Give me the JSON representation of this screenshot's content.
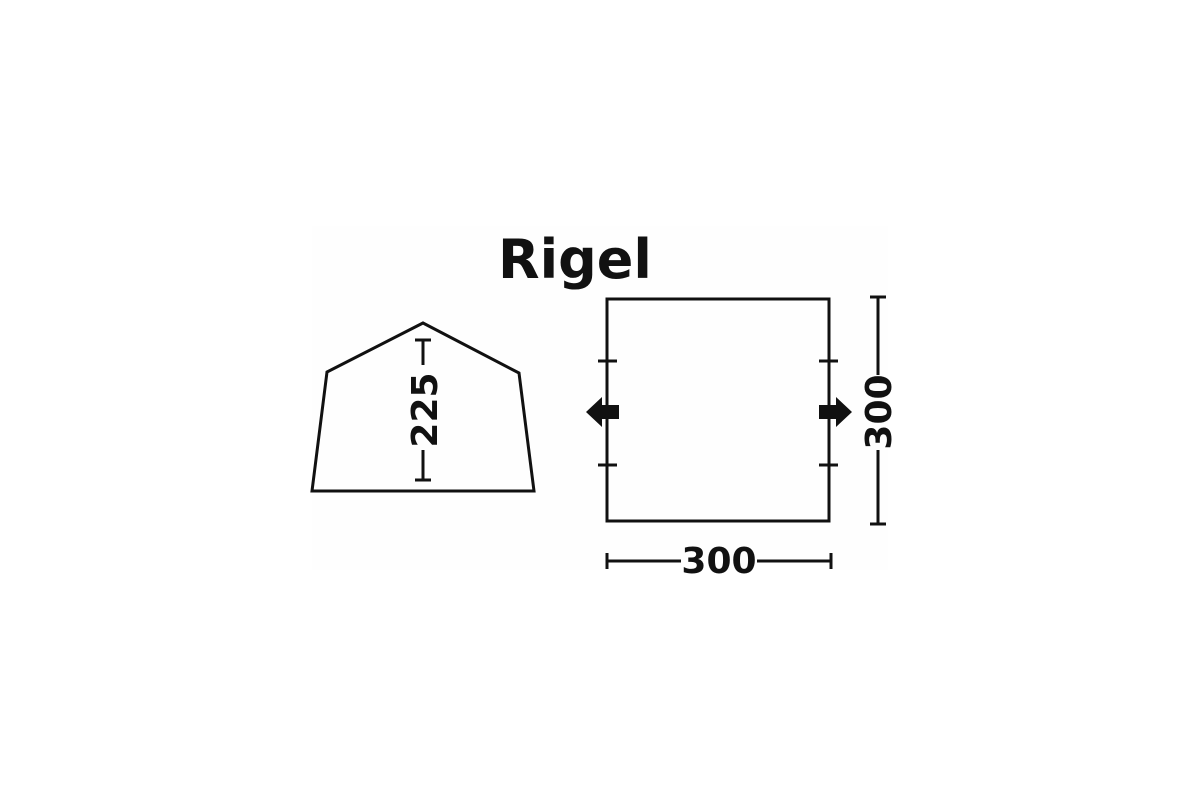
{
  "title": "Rigel",
  "side_view": {
    "height_label": "225"
  },
  "floor_plan": {
    "width_label": "300",
    "depth_label": "300",
    "entrance_arrows": [
      "arrow-left-icon",
      "arrow-right-icon"
    ]
  },
  "colors": {
    "line": "#111111",
    "background": "#ffffff",
    "panel": "#fefefe"
  }
}
